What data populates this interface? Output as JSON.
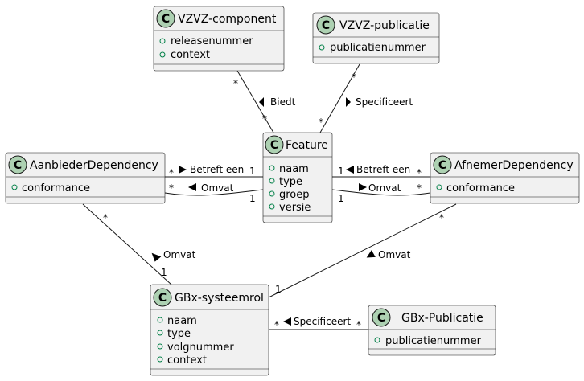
{
  "classes": {
    "vzvz_component": {
      "name": "VZVZ-component",
      "attributes": [
        "releasenummer",
        "context"
      ]
    },
    "vzvz_publicatie": {
      "name": "VZVZ-publicatie",
      "attributes": [
        "publicatienummer"
      ]
    },
    "feature": {
      "name": "Feature",
      "attributes": [
        "naam",
        "type",
        "groep",
        "versie"
      ]
    },
    "aanbieder_dependency": {
      "name": "AanbiederDependency",
      "attributes": [
        "conformance"
      ]
    },
    "afnemer_dependency": {
      "name": "AfnemerDependency",
      "attributes": [
        "conformance"
      ]
    },
    "gbx_systeemrol": {
      "name": "GBx-systeemrol",
      "attributes": [
        "naam",
        "type",
        "volgnummer",
        "context"
      ]
    },
    "gbx_publicatie": {
      "name": "GBx-Publicatie",
      "attributes": [
        "publicatienummer"
      ]
    }
  },
  "associations": {
    "biedt": {
      "label": "Biedt",
      "from_mult": "*",
      "to_mult": "*"
    },
    "specificeert_publicatie": {
      "label": "Specificeert",
      "from_mult": "*",
      "to_mult": "*"
    },
    "aanbieder_betreft": {
      "label": "Betreft een",
      "from_mult": "*",
      "to_mult": "1"
    },
    "aanbieder_omvat_feature": {
      "label": "Omvat",
      "from_mult": "*",
      "to_mult": "1"
    },
    "afnemer_betreft": {
      "label": "Betreft een",
      "from_mult": "1",
      "to_mult": "*"
    },
    "afnemer_omvat_feature": {
      "label": "Omvat",
      "from_mult": "1",
      "to_mult": "*"
    },
    "aanbieder_omvat_rol": {
      "label": "Omvat",
      "from_mult": "*",
      "to_mult": "1"
    },
    "afnemer_omvat_rol": {
      "label": "Omvat",
      "from_mult": "*",
      "to_mult": "1"
    },
    "rol_specificeert": {
      "label": "Specificeert",
      "from_mult": "*",
      "to_mult": "*"
    }
  },
  "colors": {
    "class_fill": "#f1f1f1",
    "badge_fill": "#add1b2",
    "visibility_marker": "#038048",
    "line": "#181818"
  }
}
